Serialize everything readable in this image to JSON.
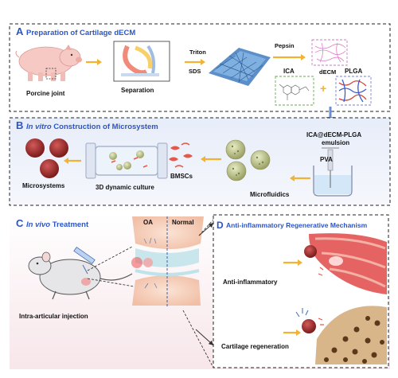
{
  "colors": {
    "accent": "#2A55C8",
    "arrow": "#F2B233",
    "panel_b_bg": "#EEF2FA",
    "panel_c_bg": "#FBEEF0"
  },
  "panel_a": {
    "letter": "A",
    "title": "Preparation of Cartilage dECM",
    "labels": {
      "porcine_joint": "Porcine joint",
      "separation": "Separation",
      "triton": "Triton",
      "sds": "SDS",
      "pepsin": "Pepsin",
      "decm": "dECM",
      "ica": "ICA",
      "plga": "PLGA",
      "plus": "+"
    }
  },
  "panel_b": {
    "letter": "B",
    "title_italic": "In vitro",
    "title_rest": " Construction of Microsystem",
    "labels": {
      "emulsion_1": "ICA@dECM-PLGA",
      "emulsion_2": "emulsion",
      "pva": "PVA",
      "microfluidics": "Microfluidics",
      "bmscs": "BMSCs",
      "culture": "3D dynamic culture",
      "microsystems": "Microsystems"
    }
  },
  "panel_c": {
    "letter": "C",
    "title_italic": "In vivo",
    "title_rest": " Treatment",
    "labels": {
      "oa": "OA",
      "normal": "Normal",
      "injection": "Intra-articular injection"
    }
  },
  "panel_d": {
    "letter": "D",
    "title": "Anti-inflammatory Regenerative Mechanism",
    "labels": {
      "anti_inflammatory": "Anti-inflammatory",
      "cartilage_regeneration": "Cartilage regeneration"
    }
  }
}
